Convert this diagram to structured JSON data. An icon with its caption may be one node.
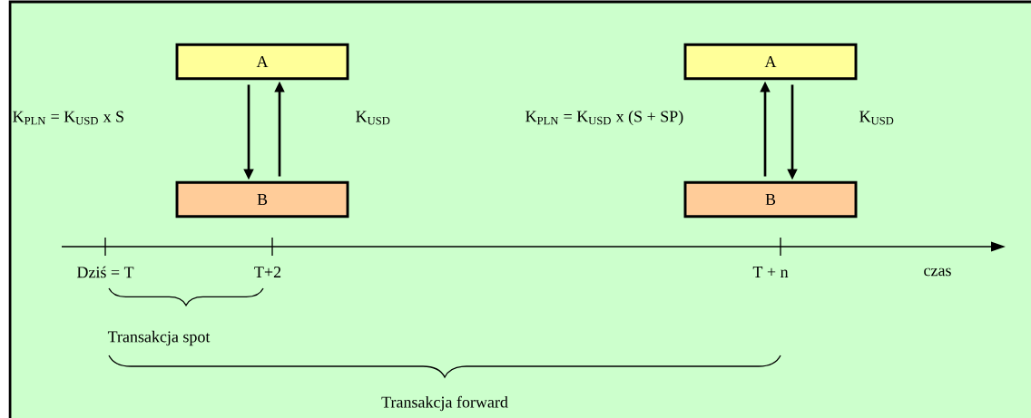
{
  "diagram": {
    "nodes": [
      {
        "text": [
          "A"
        ]
      },
      {
        "text": [
          "B"
        ]
      },
      {
        "text": [
          "A"
        ]
      },
      {
        "text": [
          "B"
        ]
      }
    ],
    "edges": [
      {
        "from": 0,
        "to": 1,
        "arrow": "to"
      },
      {
        "from": 1,
        "to": 0,
        "arrow": "to"
      },
      {
        "from": 3,
        "to": 2,
        "arrow": "to"
      },
      {
        "from": 2,
        "to": 3,
        "arrow": "to"
      }
    ],
    "labels": [
      "K$_{PLN}$ = K$_{USD}$ x S",
      "K$_{USD}$",
      "K$_{PLN}$ = K$_{USD}$ x (S + SP)",
      "K$_{USD}$",
      "Dziś = T",
      "T+2",
      "T + n",
      "czas",
      "Transakcja spot",
      "Transakcja forward"
    ]
  }
}
